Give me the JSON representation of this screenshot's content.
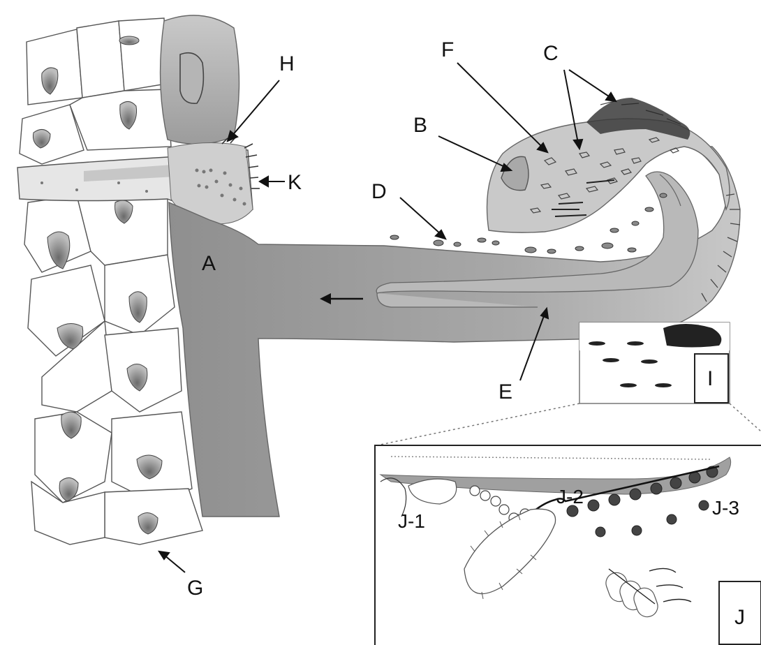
{
  "labels": {
    "A": "A",
    "B": "B",
    "C": "C",
    "D": "D",
    "E": "E",
    "F": "F",
    "G": "G",
    "H": "H",
    "I": "I",
    "J": "J",
    "K": "K",
    "J1": "J-1",
    "J2": "J-2",
    "J3": "J-3"
  },
  "colors": {
    "hypha": "#9a9a9a",
    "hypha_light": "#c2c2c2",
    "cell_nucleus": "#8a8a8a",
    "outline": "#555555",
    "ink": "#111111"
  }
}
